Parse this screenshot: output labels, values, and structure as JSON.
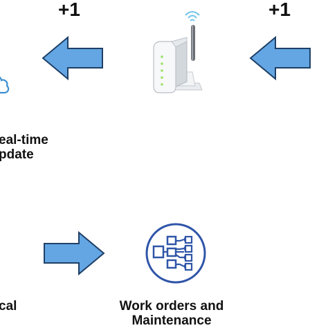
{
  "badges": {
    "left_increment": "+1",
    "right_increment": "+1"
  },
  "captions": {
    "realtime_line1": "eal-time",
    "realtime_line2": "pdate",
    "left_bottom_partial": "cal",
    "workorders_line1": "Work orders and",
    "workorders_line2": "Maintenance"
  },
  "icons": {
    "router": "wifi-router-icon",
    "cloud": "cloud-icon",
    "workflow": "workflow-hierarchy-icon",
    "arrow_left_top_left": "arrow-left-icon",
    "arrow_left_top_right": "arrow-left-icon",
    "arrow_right_bottom": "arrow-right-icon"
  },
  "colors": {
    "arrow_fill": "#63A6E3",
    "arrow_stroke": "#1F3F66",
    "icon_blue": "#2F55A8",
    "cloud_blue": "#3E8FD0",
    "text": "#111111"
  }
}
